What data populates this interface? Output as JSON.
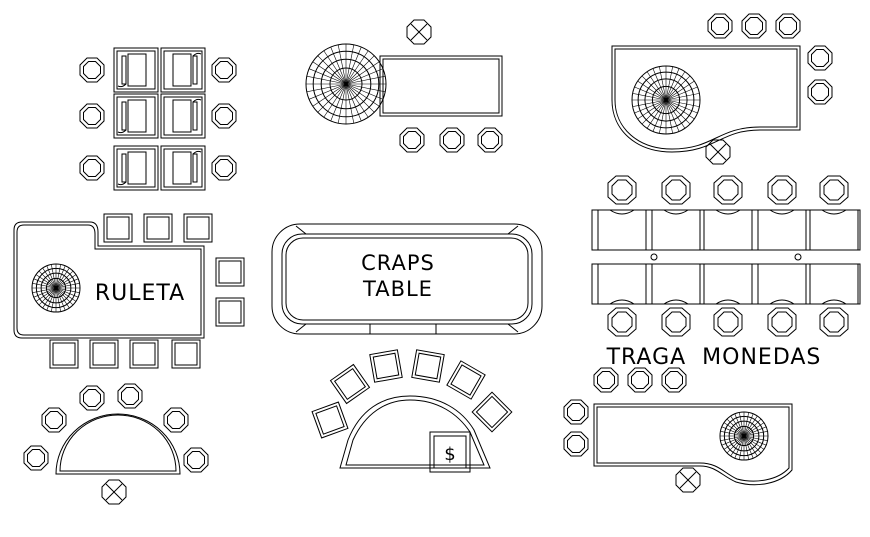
{
  "plan": {
    "background": "#ffffff",
    "line_color": "#000000",
    "labels": {
      "roulette": "RULETA",
      "craps_line1": "CRAPS",
      "craps_line2": "TABLE",
      "slots": "TRAGA  MONEDAS",
      "dollar": "$"
    }
  }
}
